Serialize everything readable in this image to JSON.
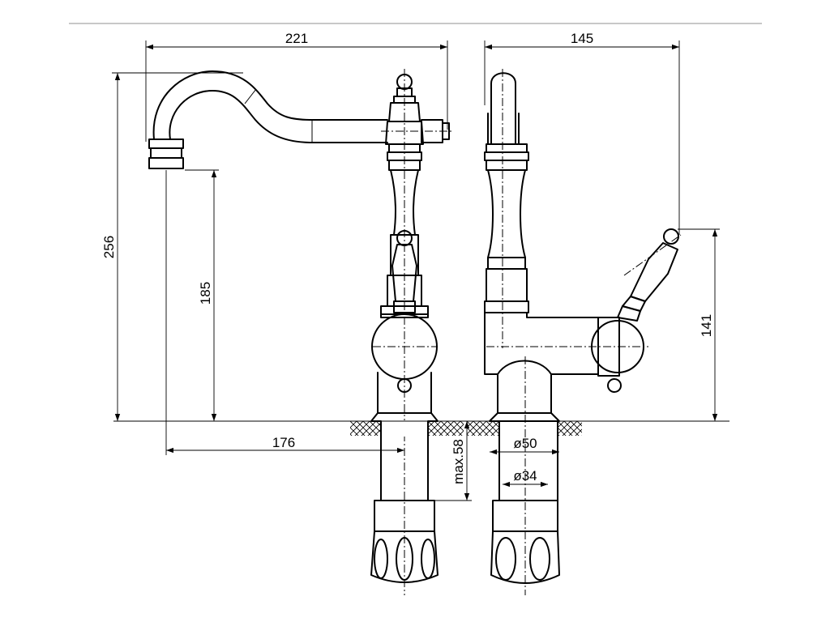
{
  "dimensions": {
    "overall_width": "221",
    "side_width": "145",
    "overall_height": "256",
    "spout_height": "185",
    "spout_reach": "176",
    "max_deck_thickness": "max.58",
    "mount_hole_diameter": "ø50",
    "shank_diameter": "ø34",
    "handle_height": "141"
  }
}
